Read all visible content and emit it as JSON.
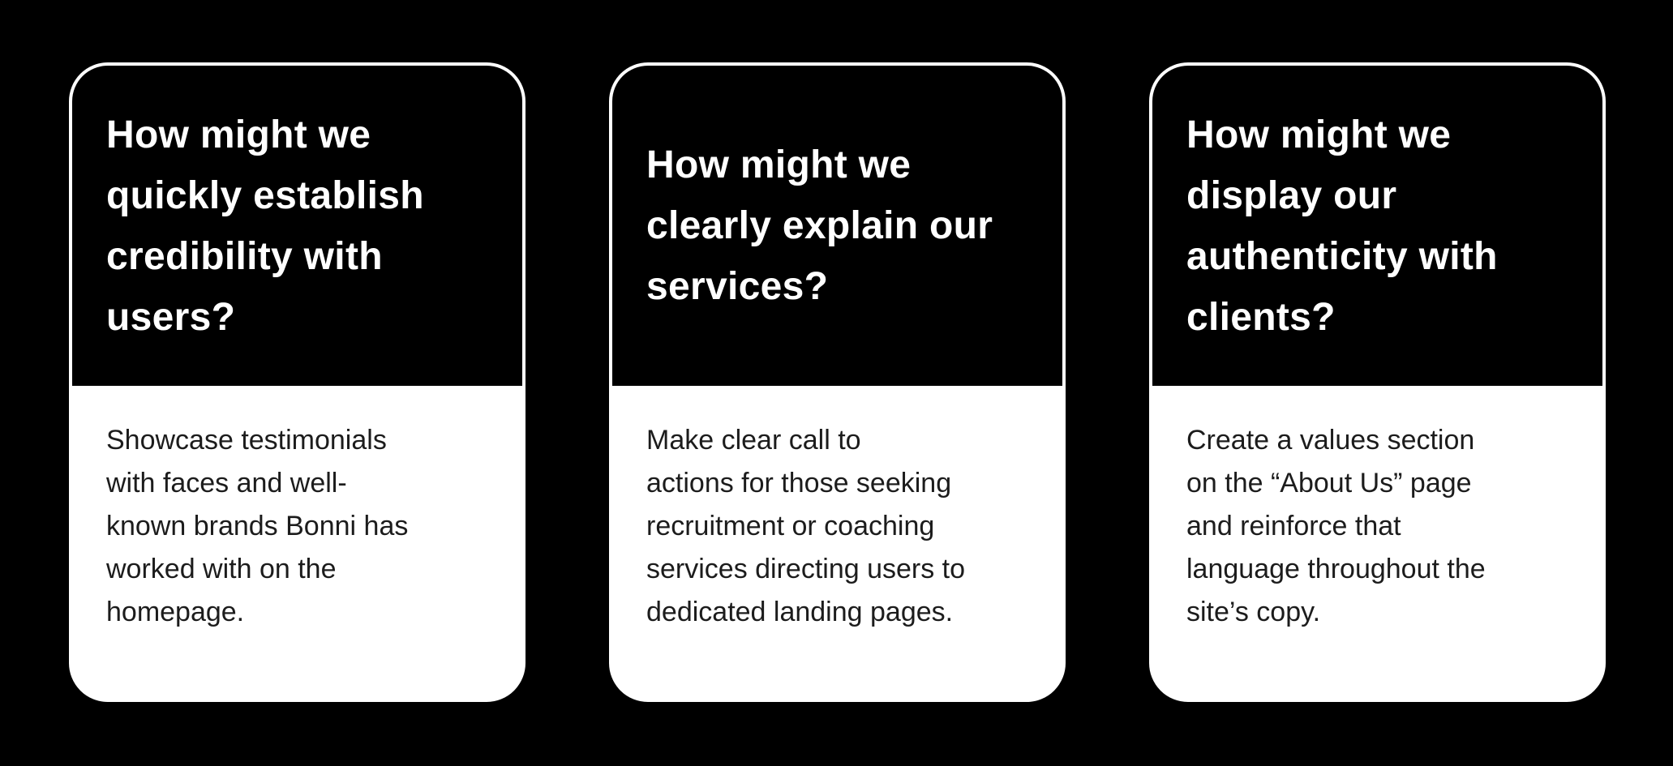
{
  "colors": {
    "background": "#000000",
    "card_border": "#ffffff",
    "card_header_bg": "#000000",
    "card_body_bg": "#ffffff",
    "question_text": "#ffffff",
    "solution_text": "#1c1c1c"
  },
  "cards": [
    {
      "question": "How might we\nquickly establish\ncredibility with\nusers?",
      "solution": "Showcase testimonials\nwith faces and well-\nknown brands Bonni has\nworked with on the\nhomepage."
    },
    {
      "question": "How might we\nclearly explain our\nservices?",
      "solution": "Make clear call to\nactions for those seeking\nrecruitment or coaching\nservices directing users to\ndedicated landing pages."
    },
    {
      "question": "How might we\ndisplay our\nauthenticity with\nclients?",
      "solution": "Create a values section\non the “About Us” page\nand reinforce that\nlanguage throughout the\nsite’s copy."
    }
  ]
}
